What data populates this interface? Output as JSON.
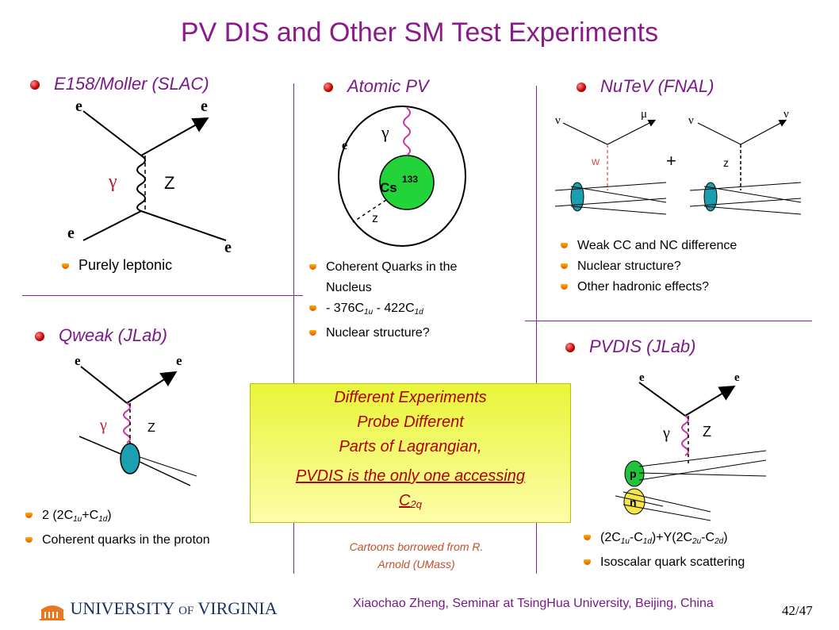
{
  "title": "PV DIS and Other SM Test Experiments",
  "sections": {
    "e158": {
      "heading": "E158/Moller (SLAC)",
      "items": [
        "Purely leptonic"
      ]
    },
    "atomic": {
      "heading": "Atomic PV",
      "items": [
        "Coherent Quarks in the",
        "Nucleus",
        "- 376C",
        "1u",
        " - 422C",
        "1d",
        "Nuclear structure?"
      ]
    },
    "nutev": {
      "heading": "NuTeV (FNAL)",
      "items": [
        "Weak CC and NC difference",
        "Nuclear structure?",
        "Other hadronic effects?"
      ]
    },
    "qweak": {
      "heading": "Qweak (JLab)",
      "items": [
        "2 (2C",
        "1u",
        "+C",
        "1d",
        ")",
        "Coherent quarks in the proton"
      ]
    },
    "pvdis": {
      "heading": "PVDIS (JLab)",
      "items": [
        "(2C",
        "1u",
        "-C",
        "1d",
        ")+Y(2C",
        "2u",
        "-C",
        "2d",
        ")",
        "Isoscalar quark scattering"
      ]
    }
  },
  "box": {
    "lines": [
      "Different Experiments",
      "Probe Different",
      "Parts of Lagrangian,"
    ],
    "underlined": "PVDIS is the only one accessing",
    "c2q_main": "C",
    "c2q_sub": "2q"
  },
  "credit": [
    "Cartoons borrowed from R.",
    "Arnold (UMass)"
  ],
  "footer": {
    "text": "Xiaochao Zheng, Seminar at TsingHua University, Beijing, China",
    "page": "42/47",
    "logo": "UNIVERSITY of VIRGINIA"
  },
  "diagram_labels": {
    "e": "e",
    "gamma": "γ",
    "z_upper": "Z",
    "z_lower": "z",
    "nu": "ν",
    "mu": "μ",
    "w": "w",
    "plus": "+",
    "cs": "Cs",
    "cs_mass": "133",
    "p": "p",
    "n": "n"
  }
}
